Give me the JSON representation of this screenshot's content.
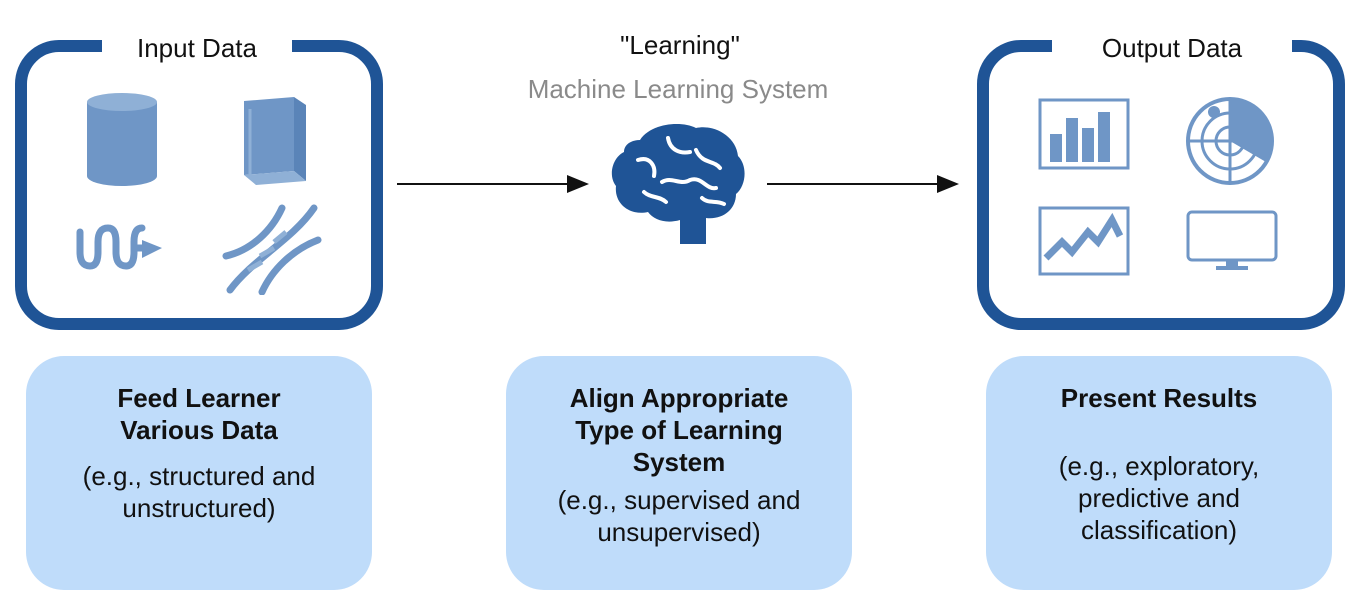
{
  "input_panel": {
    "title": "Input Data"
  },
  "learning": {
    "title": "\"Learning\"",
    "subtitle": "Machine Learning System"
  },
  "output_panel": {
    "title": "Output Data"
  },
  "cards": [
    {
      "title": "Feed Learner\nVarious Data",
      "desc": "(e.g., structured and\nunstructured)"
    },
    {
      "title": "Align Appropriate\nType of Learning\nSystem",
      "desc": "(e.g., supervised and\nunsupervised)"
    },
    {
      "title": "Present Results",
      "desc": "(e.g., exploratory,\npredictive and\nclassification)"
    }
  ],
  "icons": {
    "input": [
      "database-icon",
      "book-icon",
      "data-stream-icon",
      "dna-icon"
    ],
    "center": "brain-icon",
    "output": [
      "bar-chart-icon",
      "radar-icon",
      "line-chart-icon",
      "monitor-icon"
    ]
  },
  "colors": {
    "frame": "#1f5496",
    "icon": "#6f96c6",
    "card": "#bfdcfa",
    "brain": "#1f5496",
    "subtitle": "#8a8a8a"
  }
}
